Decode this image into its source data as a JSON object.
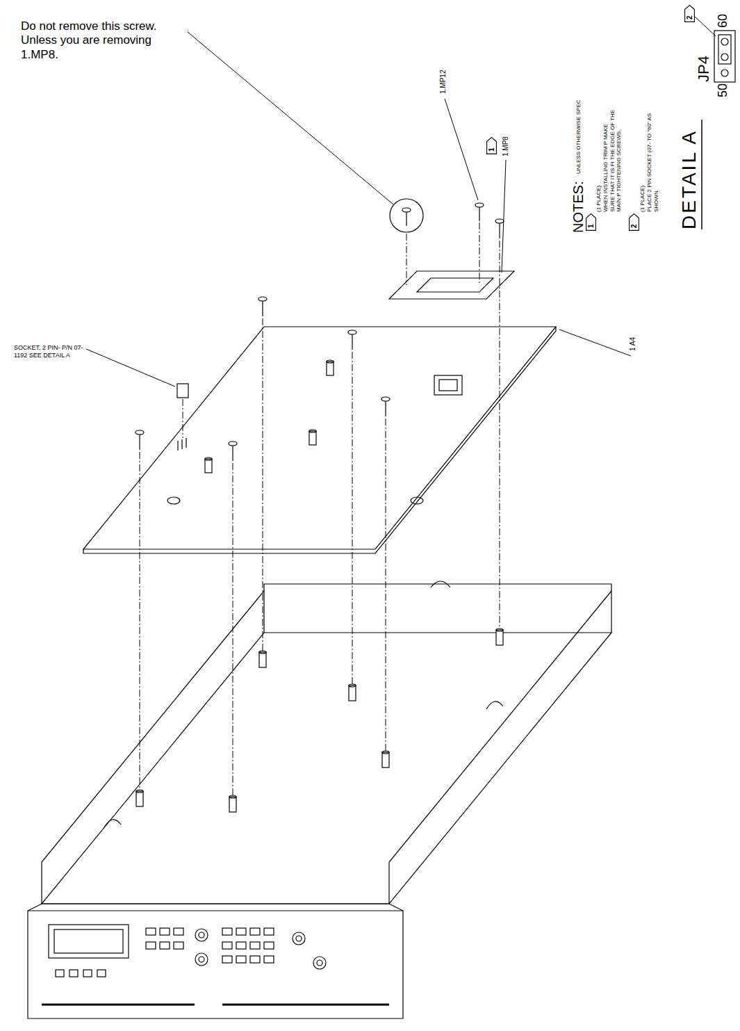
{
  "diagram": {
    "nodes": [
      {
        "text": [
          "1"
        ]
      },
      {
        "text": [
          "2"
        ]
      },
      {
        "text": [
          "1"
        ]
      },
      {
        "text": [
          "2"
        ]
      }
    ],
    "labels": [
      "Do not remove this screw. Unless you are removing 1.MP8.",
      "1.MP12",
      "1.MP8",
      "1 A4",
      "SOCKET, 2 PIN- P/N 07-1192 SEE DETAIL A",
      "JP4",
      "50",
      "60",
      "DETAIL A",
      "NOTES:",
      "UNLESS OTHERWISE SPEC",
      "(1 PLACE)",
      "WHEN INSTALLING TRIM P MAKE SURE THAT IT IS FI THE EDGE OF THE MAIN P TIGHTENING SCREWS.",
      "(1 PLACE)",
      "PLACE 2 PIN SOCKET (07- TO \"60\" AS SHOWN."
    ]
  }
}
